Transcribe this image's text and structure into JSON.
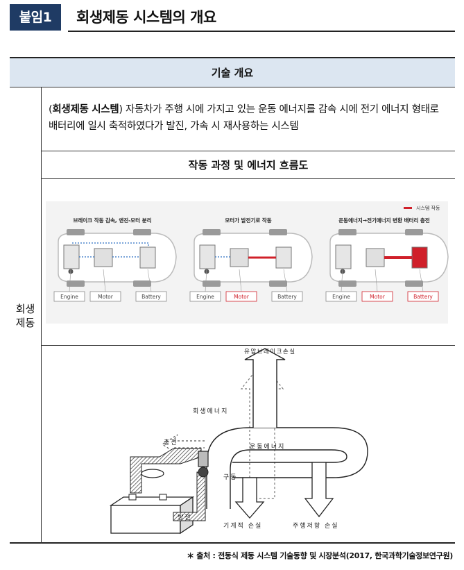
{
  "header": {
    "badge": "붙임1",
    "title": "회생제동 시스템의 개요"
  },
  "table": {
    "head": "기술 개요",
    "side_label_1": "회생",
    "side_label_2": "제동",
    "desc_bold": "회생제동 시스템",
    "desc_open": "(",
    "desc_text": ") 자동차가 주행 시에 가지고 있는 운동 에너지를 감속 시에 전기 에너지 형태로 배터리에 일시 축적하였다가 발진, 가속 시 재사용하는 시스템",
    "subhead": "작동 과정 및 에너지 흐름도"
  },
  "figure1": {
    "legend": "시스템 작동",
    "panels": [
      {
        "caption": "브레이크 작동 감속, 엔진-모터 분리"
      },
      {
        "caption": "모터가 발전기로 작동"
      },
      {
        "caption": "운동에너지→전기에너지 변환 배터리 충전"
      }
    ],
    "labels": {
      "engine": "Engine",
      "motor": "Motor",
      "battery": "Battery"
    },
    "colors": {
      "active": "#d0202a",
      "inactive": "#888888",
      "flow": "#2b6fc2"
    }
  },
  "figure2": {
    "top": "유압브레이크손실",
    "regen": "회생에너지",
    "charge": "충전",
    "kinetic": "운동에너지",
    "drive": "구동",
    "discharge": "방전",
    "mech_loss": "기계적 손실",
    "drag_loss": "주행저항 손실"
  },
  "source": "＊ 출처 : 전동식 제동 시스템 기술동향 및 시장분석(2017, 한국과학기술정보연구원)"
}
